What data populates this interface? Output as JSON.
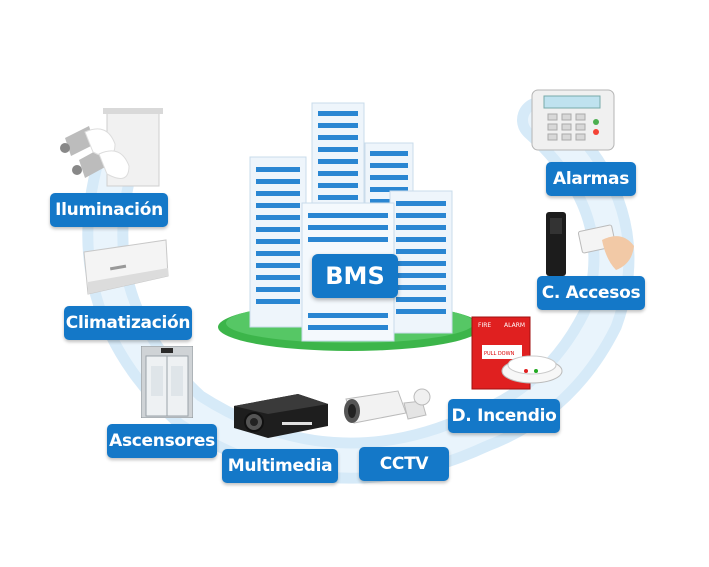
{
  "center": {
    "label": "BMS"
  },
  "systems": [
    {
      "id": "iluminacion",
      "label": "Iluminación",
      "icon": "light-bulbs-icon"
    },
    {
      "id": "climatizacion",
      "label": "Climatización",
      "icon": "air-conditioner-icon"
    },
    {
      "id": "ascensores",
      "label": "Ascensores",
      "icon": "elevator-icon"
    },
    {
      "id": "multimedia",
      "label": "Multimedia",
      "icon": "projector-icon"
    },
    {
      "id": "cctv",
      "label": "CCTV",
      "icon": "security-camera-icon"
    },
    {
      "id": "incendio",
      "label": "D. Incendio",
      "icon": "fire-alarm-icon"
    },
    {
      "id": "accesos",
      "label": "C. Accesos",
      "icon": "card-reader-icon"
    },
    {
      "id": "alarmas",
      "label": "Alarmas",
      "icon": "alarm-keypad-icon"
    }
  ],
  "fire_panel_text": {
    "top_left": "FIRE",
    "top_right": "ALARM",
    "bottom": "PULL DOWN"
  },
  "colors": {
    "accent": "#1478c8",
    "ring": "#d6eaf8",
    "grass": "#3cb54a"
  }
}
